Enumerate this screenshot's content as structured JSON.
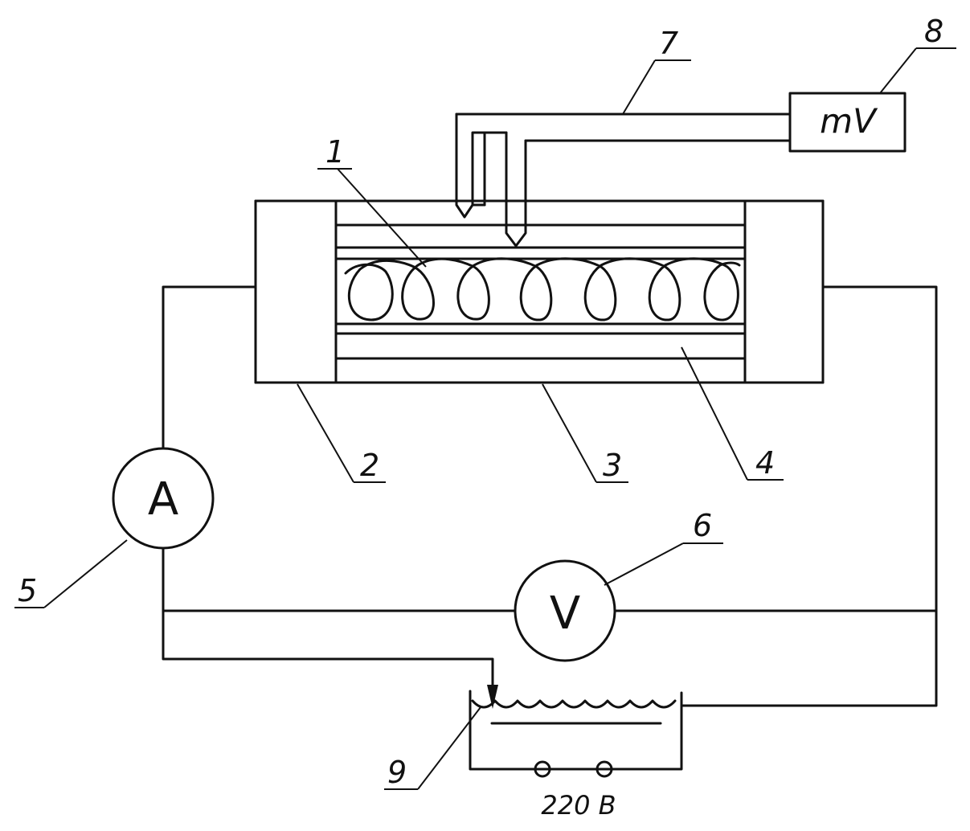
{
  "labels": {
    "n1": "1",
    "n2": "2",
    "n3": "3",
    "n4": "4",
    "n5": "5",
    "n6": "6",
    "n7": "7",
    "n8": "8",
    "n9": "9"
  },
  "instruments": {
    "ammeter": "A",
    "voltmeter": "V",
    "millivoltmeter": "mV"
  },
  "supply": {
    "voltage": "220 B"
  }
}
